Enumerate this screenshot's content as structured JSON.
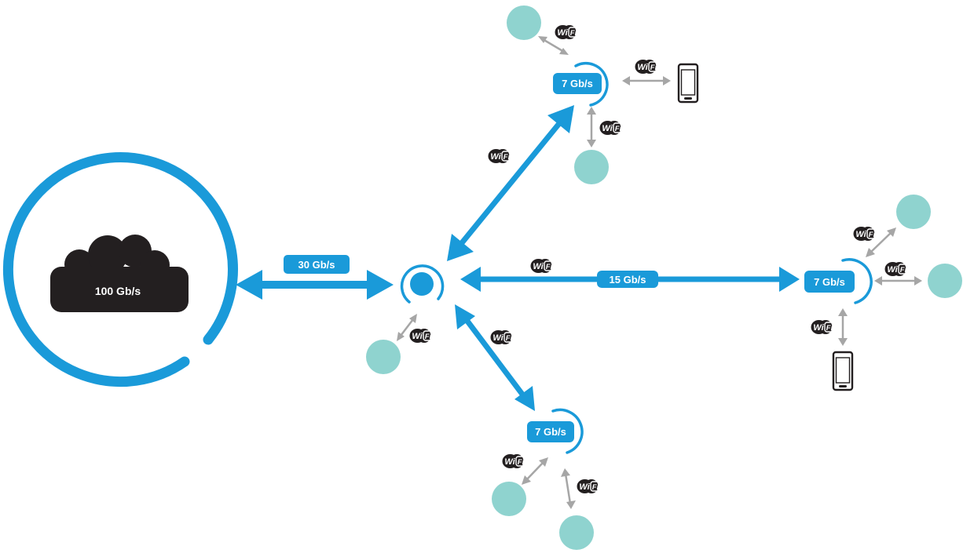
{
  "colors": {
    "blue": "#1a9ad9",
    "grey_arrow": "#a6a6a6",
    "device": "#8fd3cf",
    "cloud": "#231f20"
  },
  "cloud": {
    "label": "100 Gb/s",
    "icon": "cloud-icon"
  },
  "links": {
    "cloud_to_hub": "30 Gb/s",
    "hub_to_right": "15 Gb/s"
  },
  "routers": {
    "top": "7 Gb/s",
    "right": "7 Gb/s",
    "bottom": "7 Gb/s"
  },
  "wifi_badge": {
    "left": "Wi",
    "right": "Fi"
  }
}
